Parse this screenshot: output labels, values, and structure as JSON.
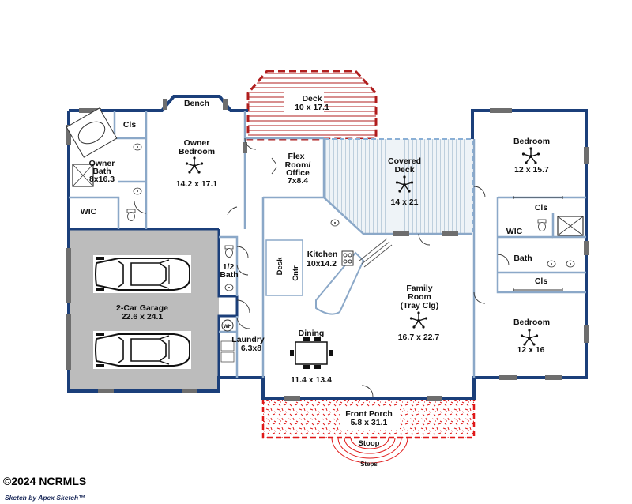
{
  "rooms": {
    "owner_bath": {
      "name": "Owner Bath",
      "name_l1": "Owner",
      "name_l2": "Bath",
      "dims": "8x16.3"
    },
    "cls_top": {
      "name": "Cls"
    },
    "owner_wic": {
      "name": "WIC"
    },
    "bench": {
      "name": "Bench"
    },
    "owner_bed": {
      "name_l1": "Owner",
      "name_l2": "Bedroom",
      "dims": "14.2 x 17.1"
    },
    "deck": {
      "name": "Deck",
      "dims": "10 x 17.1"
    },
    "flex": {
      "name_l1": "Flex",
      "name_l2": "Room/",
      "name_l3": "Office",
      "dims": "7x8.4"
    },
    "covered_deck": {
      "name_l1": "Covered",
      "name_l2": "Deck",
      "dims": "14 x 21"
    },
    "bedroom_ne": {
      "name": "Bedroom",
      "dims": "12 x 15.7"
    },
    "cls_east1": {
      "name": "Cls"
    },
    "wic_east": {
      "name": "WIC"
    },
    "bath_east": {
      "name": "Bath"
    },
    "cls_east2": {
      "name": "Cls"
    },
    "garage": {
      "name": "2-Car Garage",
      "dims": "22.6 x 24.1"
    },
    "half_bath": {
      "name_l1": "1/2",
      "name_l2": "Bath"
    },
    "desk": {
      "name": "Desk"
    },
    "cntr": {
      "name": "Cntr"
    },
    "kitchen": {
      "name": "Kitchen",
      "dims": "10x14.2"
    },
    "family": {
      "name_l1": "Family",
      "name_l2": "Room",
      "name_l3": "(Tray Clg)",
      "dims": "16.7 x 22.7"
    },
    "bedroom_se": {
      "name": "Bedroom",
      "dims": "12 x 16"
    },
    "laundry": {
      "name": "Laundry",
      "dims": "6.3x8"
    },
    "wh": {
      "name": "WH"
    },
    "dining": {
      "name": "Dining",
      "dims": "11.4 x 13.4"
    },
    "front_porch": {
      "name": "Front Porch",
      "dims": "5.8 x 31.1"
    },
    "stoop": {
      "name": "Stoop"
    },
    "steps": {
      "name": "Steps"
    }
  },
  "footer": {
    "copyright": "©2024 NCRMLS",
    "sketch": "Sketch by Apex Sketch™"
  },
  "colors": {
    "exterior_wall": "#1b3f7a",
    "interior_wall": "#8ba8c8",
    "garage_fill": "#bcbcbc",
    "deck_stroke": "#b01d1d",
    "covered_deck_fill": "#e6eef4",
    "porch_stroke": "#e01818"
  },
  "icons": [
    "ceiling-fan-icon",
    "car-icon",
    "toilet-icon",
    "sink-icon",
    "tub-icon",
    "shower-icon",
    "range-icon",
    "water-heater-icon",
    "door-icon",
    "window-icon"
  ]
}
